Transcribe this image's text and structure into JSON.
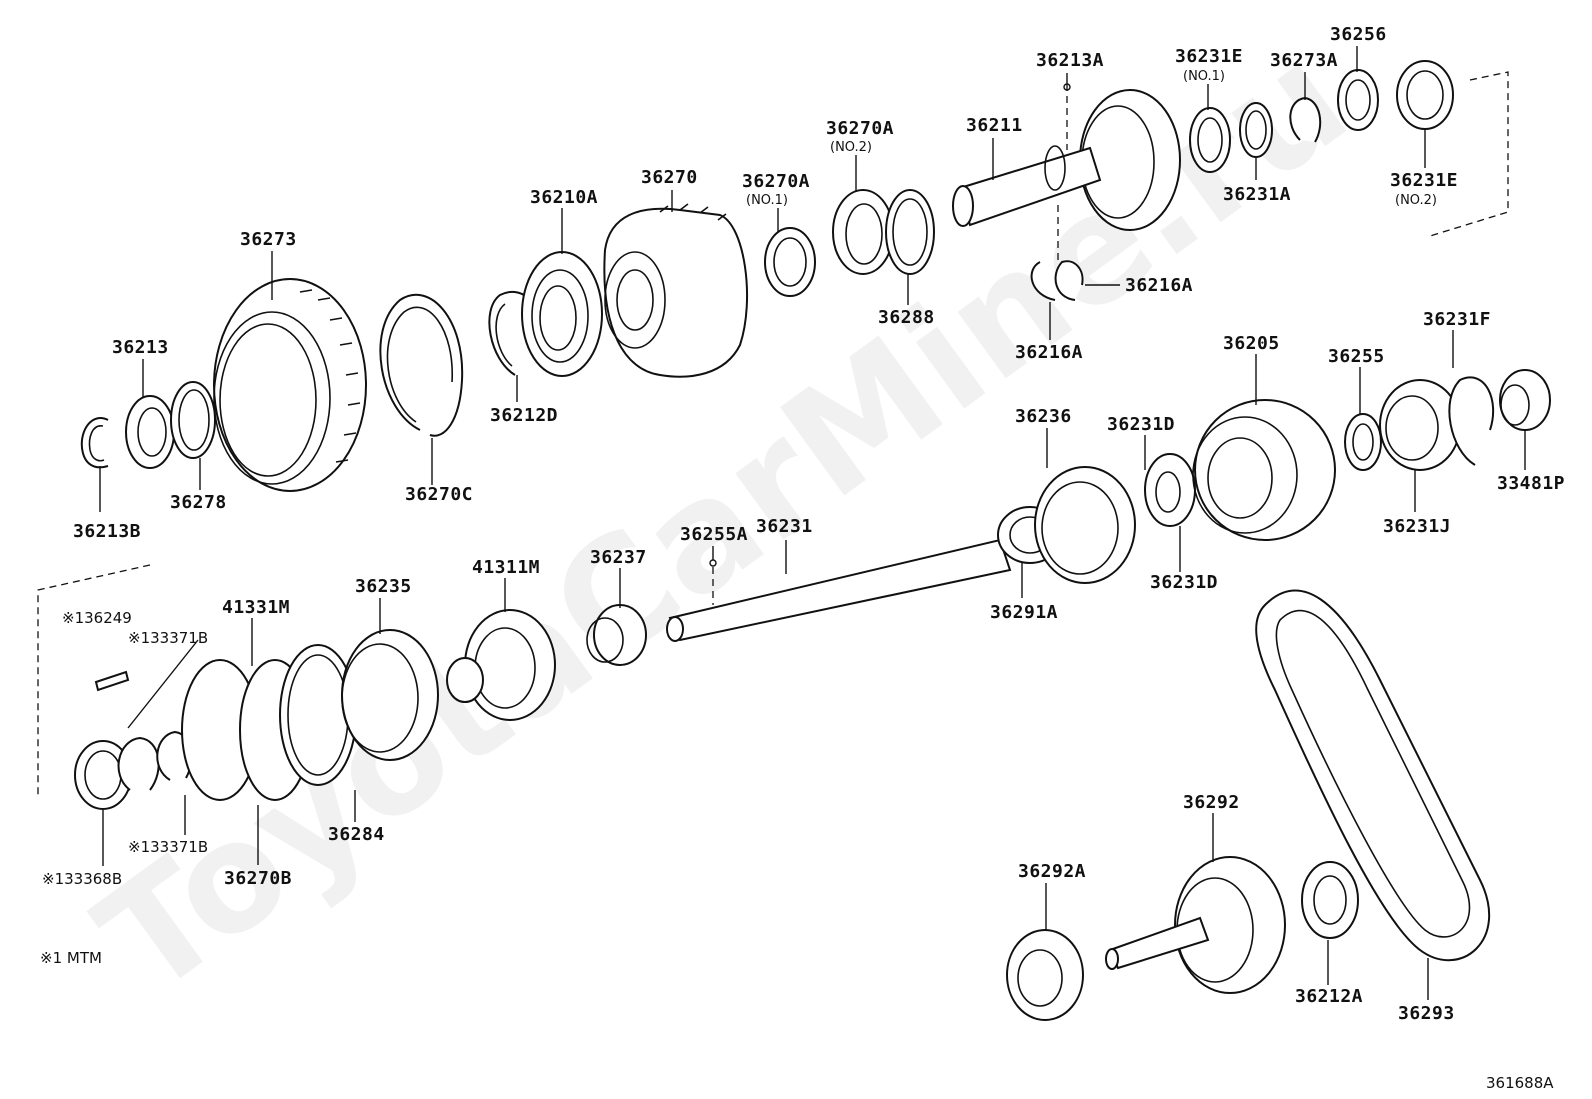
{
  "watermark": "ToyotaCarMine.ru",
  "diagram_code": "361688A",
  "footnote": "※1 MTM",
  "labels": {
    "p36213A": "36213A",
    "p36231E_1": "36231E",
    "p36231E_1_sub": "(NO.1)",
    "p36273A": "36273A",
    "p36256": "36256",
    "p36211": "36211",
    "p36270A_2": "36270A",
    "p36270A_2_sub": "(NO.2)",
    "p36270": "36270",
    "p36270A_1": "36270A",
    "p36270A_1_sub": "(NO.1)",
    "p36210A": "36210A",
    "p36273": "36273",
    "p36231A": "36231A",
    "p36231E_2": "36231E",
    "p36231E_2_sub": "(NO.2)",
    "p36216A_a": "36216A",
    "p36216A_b": "36216A",
    "p36288": "36288",
    "p36213": "36213",
    "p36212D": "36212D",
    "p36231F": "36231F",
    "p36205": "36205",
    "p36255": "36255",
    "p36236": "36236",
    "p36231D_a": "36231D",
    "p33481P": "33481P",
    "p36213B": "36213B",
    "p36278": "36278",
    "p36270C": "36270C",
    "p36231J": "36231J",
    "p36231D_b": "36231D",
    "p36255A": "36255A",
    "p36231": "36231",
    "p36291A": "36291A",
    "p41311M": "41311M",
    "p36237": "36237",
    "p36235": "36235",
    "p41331M": "41331M",
    "p136249": "※136249",
    "p133371B_a": "※133371B",
    "p133371B_b": "※133371B",
    "p36284": "36284",
    "p36270B": "36270B",
    "p133368B": "※133368B",
    "p36292": "36292",
    "p36292A": "36292A",
    "p36212A": "36212A",
    "p36293": "36293"
  }
}
